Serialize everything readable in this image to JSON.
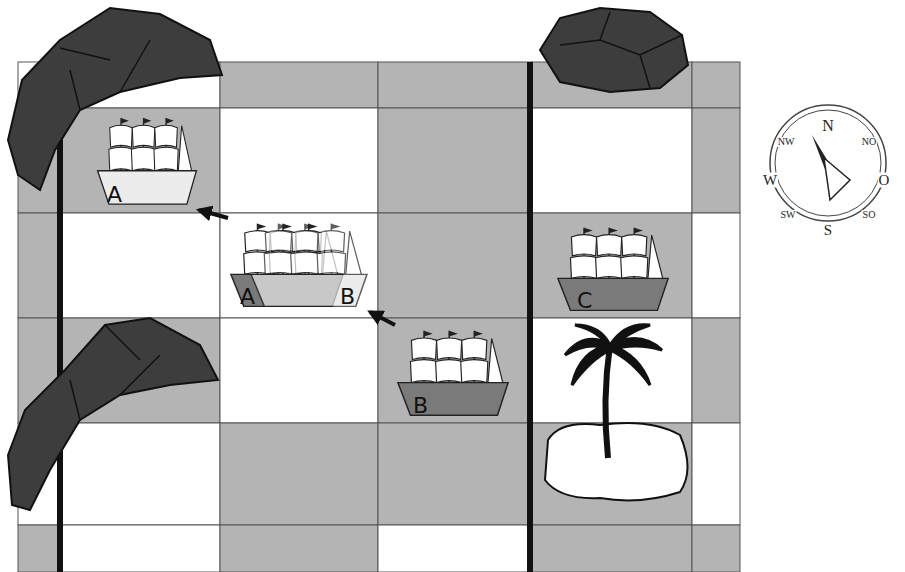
{
  "diagram": {
    "nodes": [
      {
        "text": [
          "A"
        ]
      },
      {
        "text": [
          "A"
        ]
      },
      {
        "text": [
          "B"
        ]
      },
      {
        "text": [
          "C"
        ]
      },
      {
        "text": [
          "B"
        ]
      }
    ],
    "edges": [
      {
        "from": 1,
        "to": 0,
        "arrow": "to"
      },
      {
        "from": 4,
        "to": 2,
        "arrow": "to"
      }
    ],
    "labels": [
      "N",
      "NW",
      "NO",
      "W",
      "O",
      "SW",
      "SO",
      "S"
    ]
  }
}
